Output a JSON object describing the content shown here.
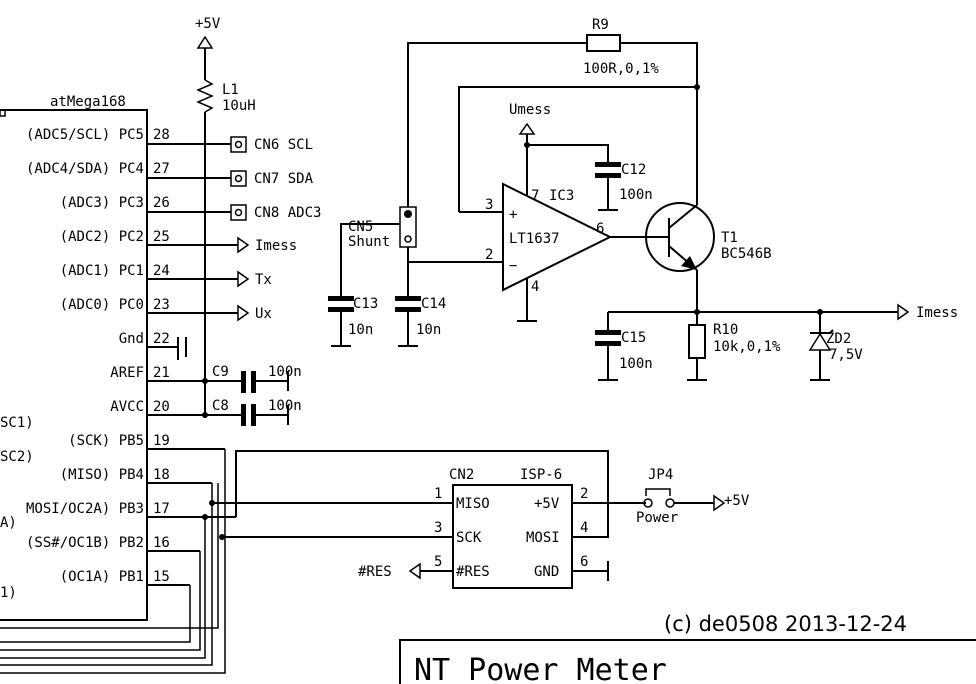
{
  "copyright": "(c) de0508 2013-12-24",
  "title": "NT Power Meter",
  "supply": {
    "label": "+5V"
  },
  "mcu": {
    "name": "atMega168",
    "pins": [
      {
        "text": "(ADC5/SCL) PC5",
        "num": "28"
      },
      {
        "text": "(ADC4/SDA) PC4",
        "num": "27"
      },
      {
        "text": "(ADC3) PC3",
        "num": "26"
      },
      {
        "text": "(ADC2) PC2",
        "num": "25"
      },
      {
        "text": "(ADC1) PC1",
        "num": "24"
      },
      {
        "text": "(ADC0) PC0",
        "num": "23"
      },
      {
        "text": "Gnd",
        "num": "22"
      },
      {
        "text": "AREF",
        "num": "21"
      },
      {
        "text": "AVCC",
        "num": "20"
      },
      {
        "text": "(SCK) PB5",
        "num": "19"
      },
      {
        "text": "(MISO) PB4",
        "num": "18"
      },
      {
        "text": "MOSI/OC2A) PB3",
        "num": "17"
      },
      {
        "text": "(SS#/OC1B) PB2",
        "num": "16"
      },
      {
        "text": "(OC1A) PB1",
        "num": "15"
      }
    ],
    "left_fragments": [
      "SC1)",
      "SC2)",
      "A)",
      "1)"
    ]
  },
  "inductor": {
    "ref": "L1",
    "value": "10uH"
  },
  "connectors": {
    "cn6": "CN6 SCL",
    "cn7": "CN7 SDA",
    "cn8": "CN8 ADC3"
  },
  "nets": {
    "imess": "Imess",
    "tx": "Tx",
    "ux": "Ux",
    "umess": "Umess",
    "res": "#RES",
    "plus5v": "+5V"
  },
  "caps": {
    "c9": {
      "ref": "C9",
      "value": "100n"
    },
    "c8": {
      "ref": "C8",
      "value": "100n"
    },
    "c12": {
      "ref": "C12",
      "value": "100n"
    },
    "c13": {
      "ref": "C13",
      "value": "10n"
    },
    "c14": {
      "ref": "C14",
      "value": "10n"
    },
    "c15": {
      "ref": "C15",
      "value": "100n"
    }
  },
  "shunt": {
    "ref": "CN5",
    "label": "Shunt"
  },
  "opamp": {
    "ref": "IC3",
    "part": "LT1637",
    "pin_plus": "3",
    "pin_minus": "2",
    "pin_out": "6",
    "pin_vcc": "7",
    "pin_gnd": "4"
  },
  "transistor": {
    "ref": "T1",
    "part": "BC546B"
  },
  "r9": {
    "ref": "R9",
    "value": "100R,0,1%"
  },
  "r10": {
    "ref": "R10",
    "value": "10k,0,1%"
  },
  "zd2": {
    "ref": "ZD2",
    "value": "7,5V"
  },
  "isp": {
    "ref": "CN2",
    "type": "ISP-6",
    "pins": [
      {
        "num": "1",
        "name": "MISO"
      },
      {
        "num": "2",
        "name": "+5V"
      },
      {
        "num": "3",
        "name": "SCK"
      },
      {
        "num": "4",
        "name": "MOSI"
      },
      {
        "num": "5",
        "name": "#RES"
      },
      {
        "num": "6",
        "name": "GND"
      }
    ]
  },
  "jumper": {
    "ref": "JP4",
    "label": "Power"
  }
}
